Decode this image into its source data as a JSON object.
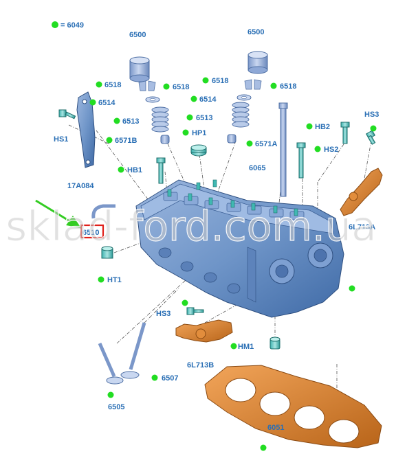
{
  "legend": {
    "dot_label": "= 6049"
  },
  "labels": {
    "6500_a": "6500",
    "6500_b": "6500",
    "6518_a": "6518",
    "6518_b": "6518",
    "6518_c": "6518",
    "6518_d": "6518",
    "6514_a": "6514",
    "6514_b": "6514",
    "6513_a": "6513",
    "6513_b": "6513",
    "6571b": "6571B",
    "6571a": "6571A",
    "hp1": "HP1",
    "hb1": "HB1",
    "hb2": "HB2",
    "hs1": "HS1",
    "hs2": "HS2",
    "hs3_a": "HS3",
    "hs3_b": "HS3",
    "17a084": "17A084",
    "6065": "6065",
    "6l713a": "6L713A",
    "6510": "6510",
    "ht1": "HT1",
    "6l713b": "6L713B",
    "hm1": "HM1",
    "6507": "6507",
    "6505": "6505",
    "6051": "6051"
  },
  "watermark": "sklad-ford.com.ua",
  "colors": {
    "label": "#2a6fb5",
    "dot": "#22dd22",
    "head": "#6f95c8",
    "gasket": "#d9893a",
    "highlight": "#e0201a",
    "arrow": "#33cc22"
  }
}
